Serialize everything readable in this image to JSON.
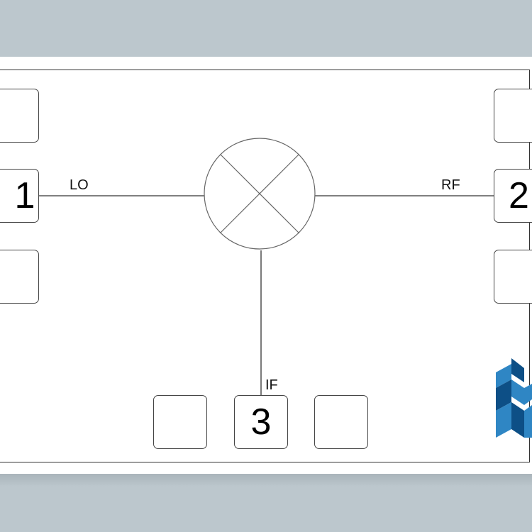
{
  "diagram": {
    "ports": [
      {
        "number": "1",
        "signal": "LO"
      },
      {
        "number": "2",
        "signal": "RF"
      },
      {
        "number": "3",
        "signal": "IF"
      }
    ],
    "symbol": "mixer-icon",
    "colors": {
      "background": "#bcc7cd",
      "chip": "#ffffff",
      "line": "#333333",
      "logo_dark": "#0d4f86",
      "logo_light": "#2f86c4"
    }
  }
}
